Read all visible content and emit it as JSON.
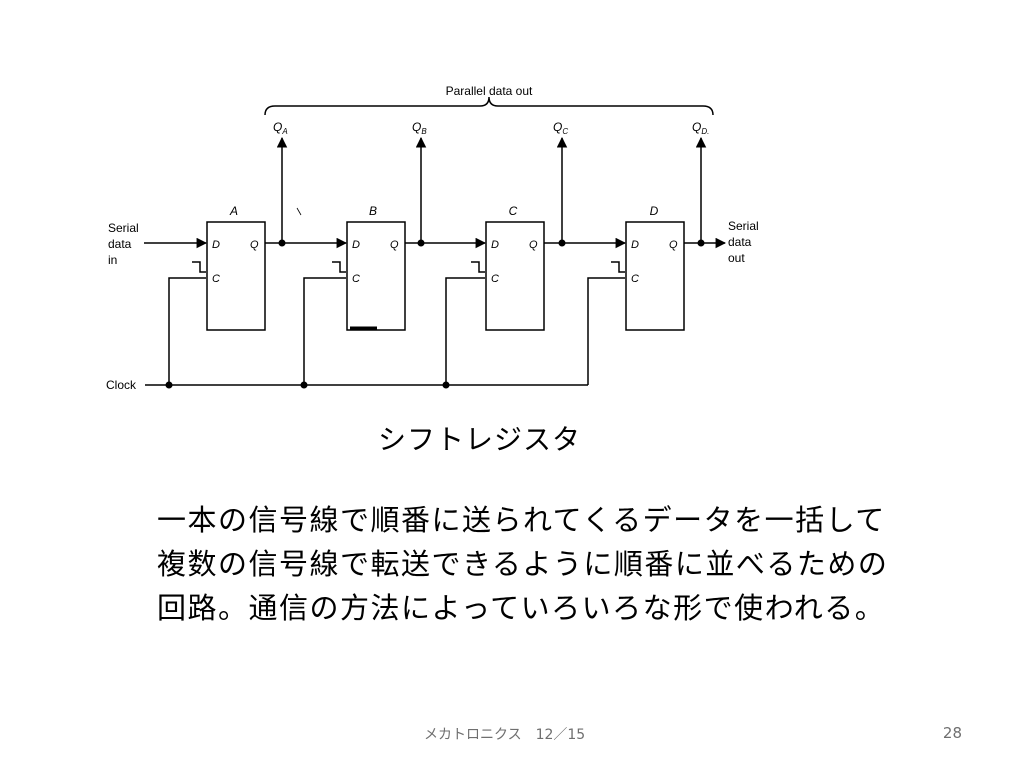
{
  "diagram": {
    "parallel_label": "Parallel data out",
    "outputs": [
      {
        "letter": "Q",
        "sub": "A"
      },
      {
        "letter": "Q",
        "sub": "B"
      },
      {
        "letter": "Q",
        "sub": "C"
      },
      {
        "letter": "Q",
        "sub": "D."
      }
    ],
    "flipflops": [
      "A",
      "B",
      "C",
      "D"
    ],
    "pin_d": "D",
    "pin_q": "Q",
    "pin_c": "C",
    "serial_in": [
      "Serial",
      "data",
      "in"
    ],
    "serial_out": [
      "Serial",
      "data",
      "out"
    ],
    "clock_label": "Clock"
  },
  "caption": "シフトレジスタ",
  "body_lines": [
    "一本の信号線で順番に送られてくるデータを一括して",
    "複数の信号線で転送できるように順番に並べるための",
    "回路。通信の方法によっていろいろな形で使われる。"
  ],
  "footer": {
    "course": "メカトロニクス　12／15",
    "page": "28"
  }
}
